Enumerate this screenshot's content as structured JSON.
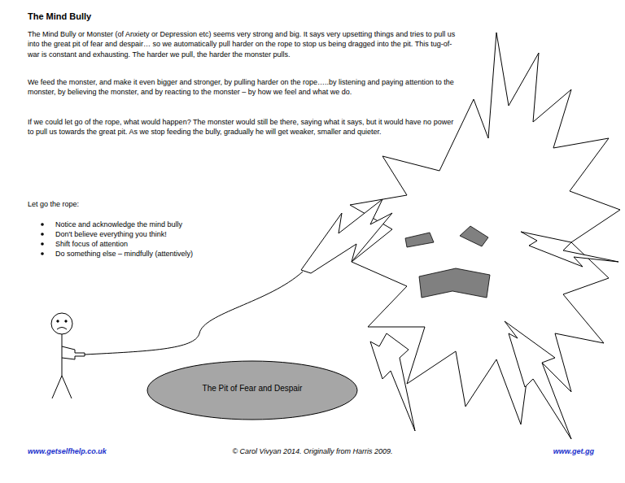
{
  "diagram": {
    "title": "The Mind Bully",
    "nodes": [
      {
        "text": [
          "The Pit of Fear and Despair"
        ]
      }
    ],
    "labels": [
      "The Mind Bully or Monster (of Anxiety or Depression etc) seems very strong and big.  It says very upsetting things and tries to pull us into the great pit of fear and despair… so we automatically pull harder on the rope to stop us being dragged into the pit.   This tug-of-war is constant and exhausting.  The harder we pull, the harder the monster pulls.",
      "We feed the monster, and make it even bigger and stronger, by pulling harder on the rope…..by listening and paying attention to the monster, by believing the monster, and by reacting to the monster – by how we feel and what we do.",
      "If we could let go of the rope, what would happen?  The monster would still be there, saying what it says, but it would have no power to pull us towards the great pit.  As we stop feeding the bully, gradually he will get weaker, smaller and quieter.",
      "Let go the rope:",
      "Notice and acknowledge the mind bully",
      "Don't believe everything you think!",
      "Shift focus of attention",
      "Do something else – mindfully (attentively)",
      "www.getselfhelp.co.uk",
      "© Carol Vivyan 2014.  Originally from Harris 2009.",
      "www.get.gg"
    ]
  }
}
